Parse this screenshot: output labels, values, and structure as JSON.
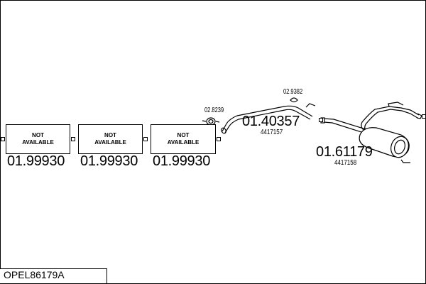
{
  "diagram": {
    "code": "OPEL86179A",
    "boxes": [
      {
        "line1": "NOT",
        "line2": "AVAILABLE",
        "part_number": "01.99930"
      },
      {
        "line1": "NOT",
        "line2": "AVAILABLE",
        "part_number": "01.99930"
      },
      {
        "line1": "NOT",
        "line2": "AVAILABLE",
        "part_number": "01.99930"
      }
    ],
    "middle_pipe": {
      "part_number": "01.40357",
      "oem_number": "4417157"
    },
    "rear_silencer": {
      "part_number": "01.61179",
      "oem_number": "4417158"
    },
    "clamp_label": "02.8239",
    "rubber_label": "02.9382"
  }
}
